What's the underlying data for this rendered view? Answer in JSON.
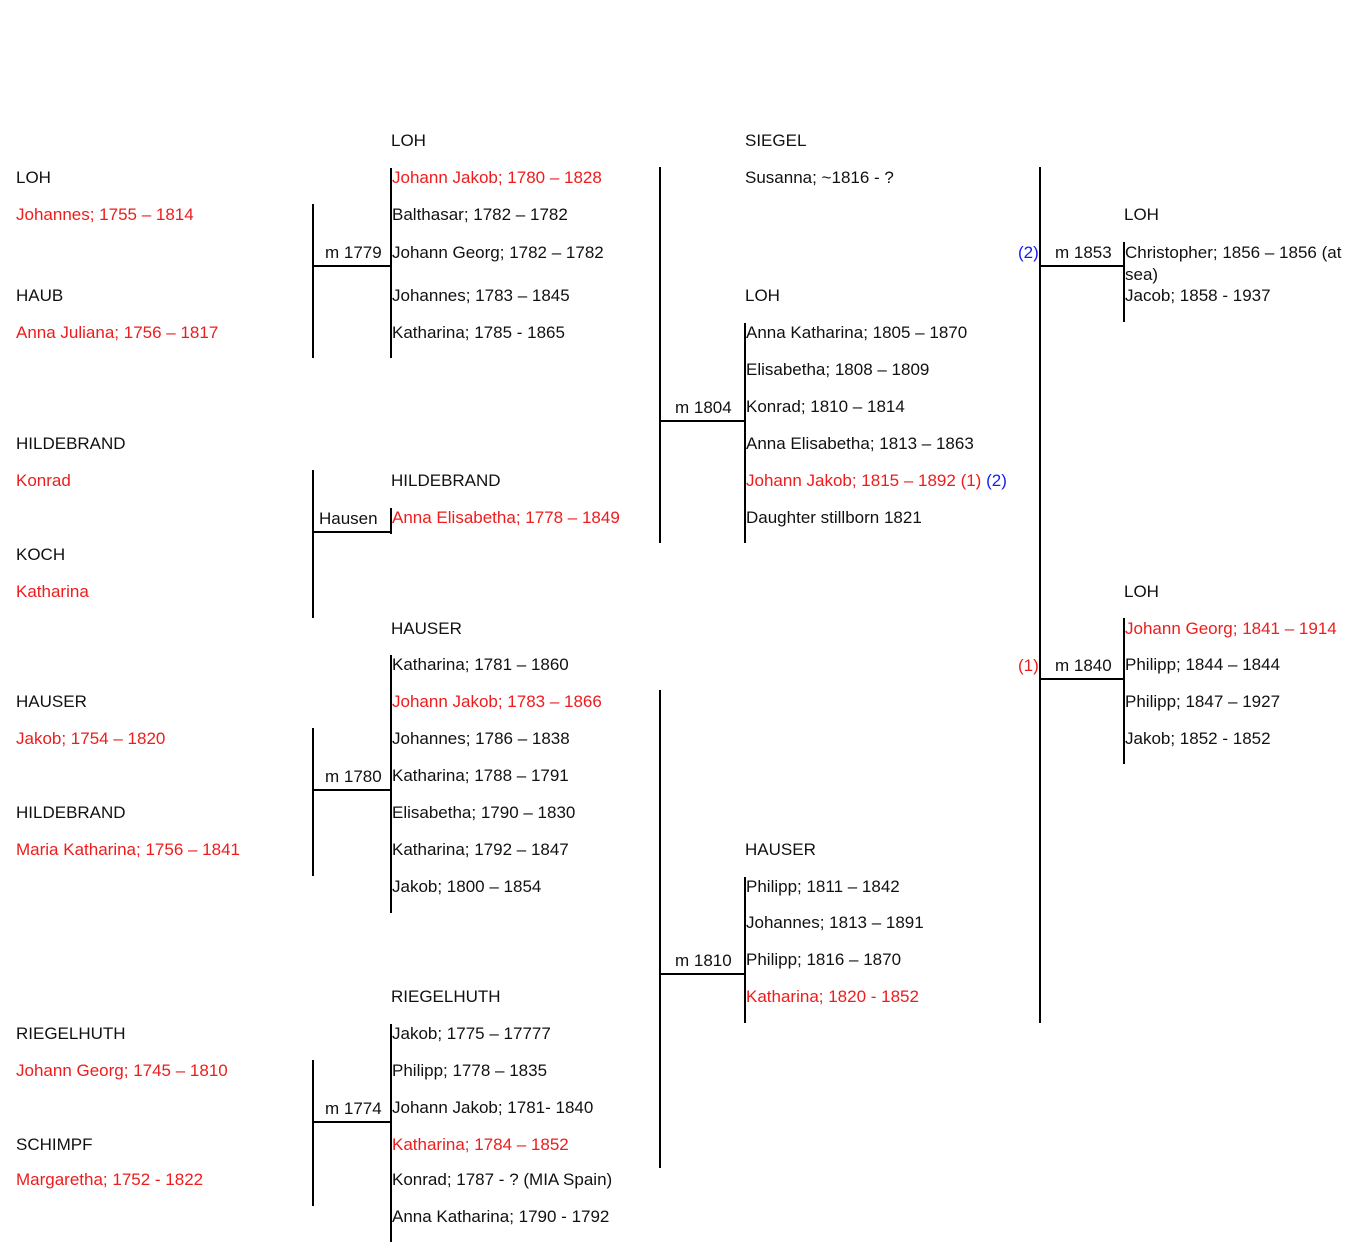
{
  "colors": {
    "ancestor": "#ee1c1c",
    "text": "#111111",
    "marriage_index": "#1a1aee",
    "line": "#000000"
  },
  "gen1": {
    "loh_surname": "LOH",
    "loh_name": "Johannes; 1755 – 1814",
    "haub_surname": "HAUB",
    "haub_name": "Anna Juliana; 1756 – 1817",
    "hildebrand_surname": "HILDEBRAND",
    "hildebrand_name": "Konrad",
    "koch_surname": "KOCH",
    "koch_name": "Katharina",
    "hauser_surname": "HAUSER",
    "hauser_name": "Jakob; 1754 – 1820",
    "hildebrand2_surname": "HILDEBRAND",
    "hildebrand2_name": "Maria Katharina; 1756 – 1841",
    "riegelhuth_surname": "RIEGELHUTH",
    "riegelhuth_name": "Johann Georg; 1745 – 1810",
    "schimpf_surname": "SCHIMPF",
    "schimpf_name": "Margaretha; 1752 - 1822"
  },
  "marriages1": {
    "m1": "m 1779",
    "m2": "Hausen",
    "m3": "m 1780",
    "m4": "m 1774"
  },
  "gen2": {
    "loh_surname": "LOH",
    "loh_children": [
      "Johann Jakob; 1780 – 1828",
      "Balthasar; 1782 – 1782",
      "Johann Georg; 1782 – 1782",
      "Johannes; 1783 – 1845",
      "Katharina; 1785 - 1865"
    ],
    "hildebrand_surname": "HILDEBRAND",
    "hildebrand_children": [
      "Anna Elisabetha; 1778 – 1849"
    ],
    "hauser_surname": "HAUSER",
    "hauser_children": [
      "Katharina; 1781 – 1860",
      "Johann Jakob; 1783 – 1866",
      "Johannes; 1786 – 1838",
      "Katharina; 1788 – 1791",
      "Elisabetha; 1790 – 1830",
      "Katharina; 1792 – 1847",
      "Jakob; 1800 – 1854"
    ],
    "riegelhuth_surname": "RIEGELHUTH",
    "riegelhuth_children": [
      "Jakob; 1775 – 17777",
      "Philipp; 1778 – 1835",
      "Johann Jakob; 1781- 1840",
      "Katharina; 1784 – 1852",
      "Konrad; 1787 - ? (MIA Spain)",
      "Anna Katharina; 1790 - 1792"
    ]
  },
  "marriages2": {
    "m1": "m 1804",
    "m2": "m 1810"
  },
  "gen3": {
    "siegel_surname": "SIEGEL",
    "siegel_name": "Susanna; ~1816 - ?",
    "loh_surname": "LOH",
    "loh_children": [
      "Anna Katharina; 1805 – 1870",
      "Elisabetha; 1808 – 1809",
      "Konrad; 1810 – 1814",
      "Anna Elisabetha; 1813 – 1863",
      "Johann Jakob; 1815 – 1892 (1)",
      "Daughter stillborn 1821"
    ],
    "loh_marker2": "(2)",
    "hauser_surname": "HAUSER",
    "hauser_children": [
      "Philipp; 1811 – 1842",
      "Johannes; 1813 – 1891",
      "Philipp; 1816 – 1870",
      "Katharina; 1820 - 1852"
    ]
  },
  "marriages3": {
    "m1_index": "(2)",
    "m1": "m 1853",
    "m2_index": "(1)",
    "m2": "m 1840"
  },
  "gen4": {
    "loh1_surname": "LOH",
    "loh1_children": [
      "Christopher; 1856 – 1856 (at",
      "sea)",
      "Jacob; 1858 - 1937"
    ],
    "loh2_surname": "LOH",
    "loh2_children": [
      "Johann Georg; 1841 – 1914",
      "Philipp; 1844 – 1844",
      "Philipp; 1847 – 1927",
      "Jakob; 1852 - 1852"
    ]
  }
}
